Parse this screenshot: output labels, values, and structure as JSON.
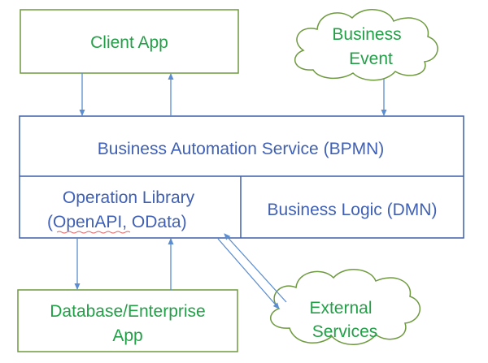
{
  "client_app": {
    "label": "Client App"
  },
  "business_event": {
    "line1": "Business",
    "line2": "Event"
  },
  "business_automation_service": {
    "label": "Business Automation Service (BPMN)"
  },
  "operation_library": {
    "line1": "Operation Library",
    "line2_part1": "(OpenAPI",
    "line2_part2": ", OData)"
  },
  "business_logic": {
    "label": "Business Logic (DMN)"
  },
  "database_app": {
    "line1": "Database/Enterprise",
    "line2": "App"
  },
  "external_services": {
    "line1": "External",
    "line2": "Services"
  },
  "colors": {
    "green_box_stroke": "#6e9a3f",
    "green_text": "#22a047",
    "blue_box_stroke": "#3f5fa8",
    "blue_text": "#3f60b4",
    "arrow": "#5b8dd0",
    "spellcheck_underline": "#e06060"
  }
}
